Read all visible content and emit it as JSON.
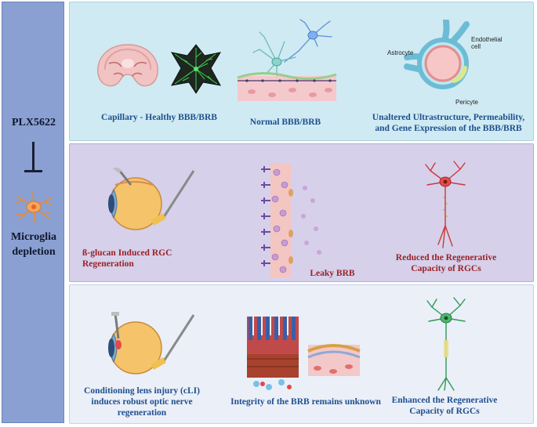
{
  "sidebar": {
    "drug": "PLX5622",
    "outcome": "Microglia depletion"
  },
  "row1": {
    "col1": "Capillary - Healthy BBB/BRB",
    "col2": "Normal BBB/BRB",
    "col3": "Unaltered Ultrastructure, Permeability, and Gene Expression of the BBB/BRB",
    "labels": {
      "astrocyte": "Astrocyte",
      "endothelial": "Endothelial cell",
      "pericyte": "Pericyte"
    }
  },
  "row2": {
    "col1": "ß-glucan Induced RGC Regeneration",
    "col2": "Leaky BRB",
    "col3": "Reduced the Regenerative Capacity of RGCs"
  },
  "row3": {
    "col1": "Conditioning lens injury (cLI) induces robust optic nerve regeneration",
    "col2": "Integrity of the BRB remains unknown",
    "col3": "Enhanced the Regenerative Capacity of RGCs"
  },
  "colors": {
    "sidebar": "#8aa0d2",
    "row1_bg": "#cfeaf2",
    "row2_bg": "#d6d0ea",
    "row3_bg": "#ebeff8",
    "caption_blue": "#1f4f8f",
    "caption_red": "#9a2228"
  }
}
